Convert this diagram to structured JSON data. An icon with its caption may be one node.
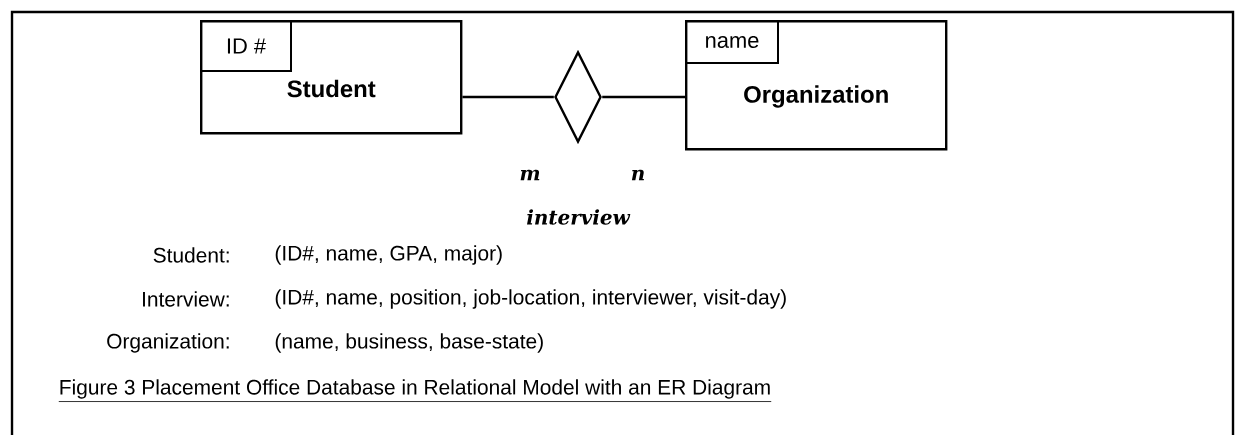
{
  "diagram": {
    "caption": "Figure 3 Placement Office Database in Relational Model with an ER Diagram",
    "nodes": [
      {
        "text": [
          "Student"
        ]
      },
      {
        "text": [
          "ID #"
        ],
        "in": 0
      },
      {
        "text": [],
        "shape": "diamond",
        "beside": [
          "interview"
        ]
      },
      {
        "text": [
          "Organization"
        ]
      },
      {
        "text": [
          "name"
        ],
        "in": 3
      }
    ],
    "edges": [
      {
        "from": 0,
        "to": 2,
        "arrow": "none",
        "label": "m"
      },
      {
        "from": 2,
        "to": 3,
        "arrow": "none",
        "label": "n"
      }
    ],
    "labels": [
      "Student:",
      "(ID#, name, GPA, major)",
      "Interview:",
      "(ID#, name, position, job-location, interviewer, visit-day)",
      "Organization:",
      "(name, business, base-state)"
    ]
  }
}
